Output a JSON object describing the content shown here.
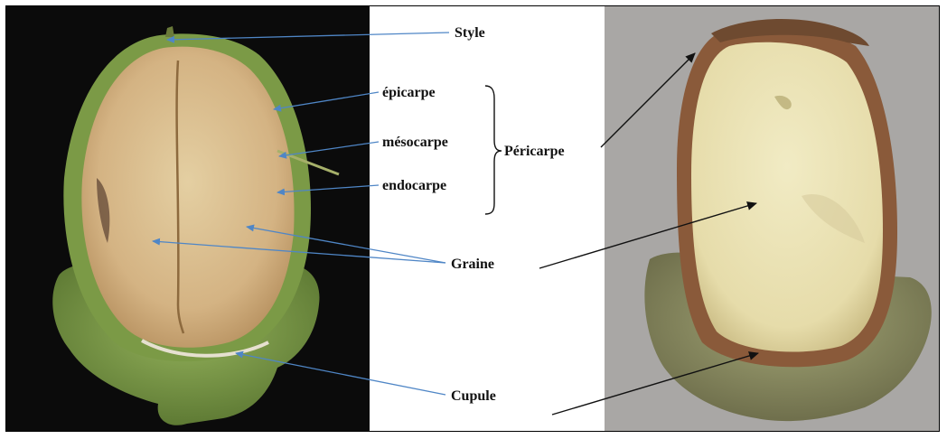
{
  "labels": {
    "style": "Style",
    "epicarpe": "épicarpe",
    "mesocarpe": "mésocarpe",
    "endocarpe": "endocarpe",
    "pericarpe": "Péricarpe",
    "graine": "Graine",
    "cupule": "Cupule"
  },
  "colors": {
    "left_background": "#0b0b0b",
    "right_background": "#a9a7a5",
    "left_pointer": "#4f86c6",
    "right_pointer": "#111111",
    "husk_green": "#7c9b4a",
    "seed_flesh": "#d8bd8f",
    "seed_flesh_right": "#ece3b4"
  },
  "images": {
    "left_photo": "acorn-cross-section-fresh",
    "right_photo": "acorn-cross-section-mature"
  }
}
